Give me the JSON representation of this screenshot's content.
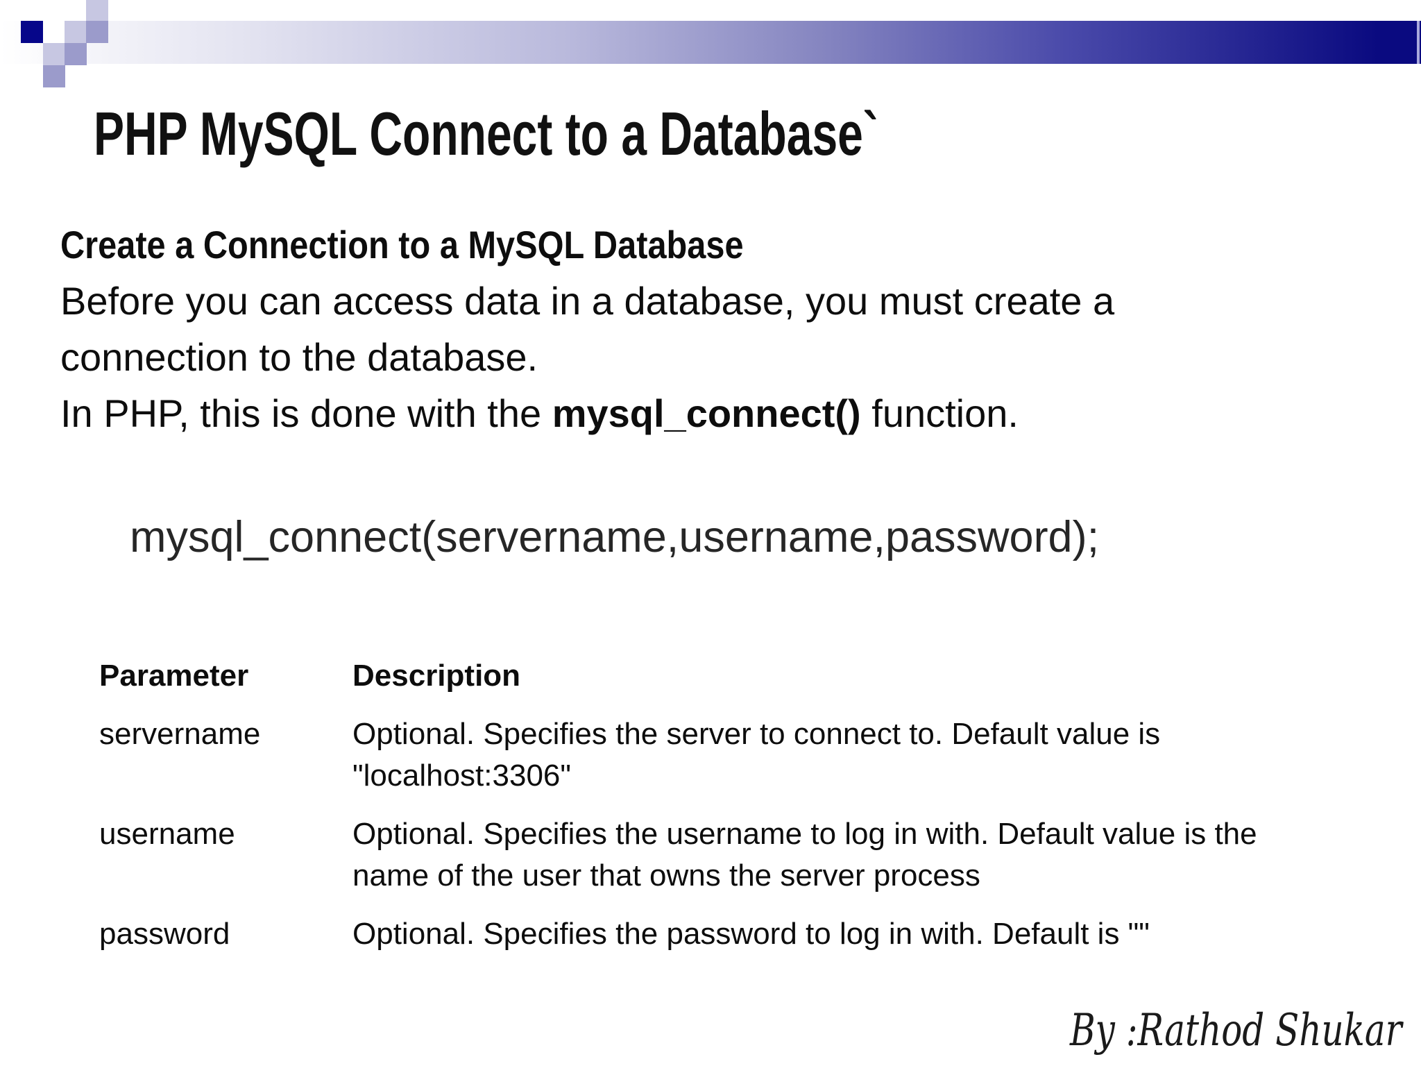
{
  "slide": {
    "title": "PHP MySQL Connect to a Database`",
    "section": {
      "heading": "Create a Connection to a MySQL Database",
      "line1": "Before you can access data in a database, you must create a",
      "line2": "connection to the database.",
      "line3_prefix": "In PHP, this is done with the ",
      "line3_bold": "mysql_connect()",
      "line3_suffix": " function."
    },
    "code": "mysql_connect(servername,username,password);",
    "table": {
      "headers": [
        "Parameter",
        "Description"
      ],
      "rows": [
        {
          "param": "servername",
          "desc": "Optional. Specifies the server to connect to. Default value is \"localhost:3306\""
        },
        {
          "param": "username",
          "desc": "Optional. Specifies the username to log in with. Default value is the name of the user that owns the server process"
        },
        {
          "param": "password",
          "desc": "Optional. Specifies the password to log in with. Default is \"\""
        }
      ]
    },
    "byline": "By :Rathod Shukar",
    "colors": {
      "banner_dark": "#0a0a80",
      "banner_mid": "#8585c0",
      "square_navy": "#06068a",
      "square_light": "#c7c7e2",
      "square_medium": "#9b9bcb"
    }
  }
}
